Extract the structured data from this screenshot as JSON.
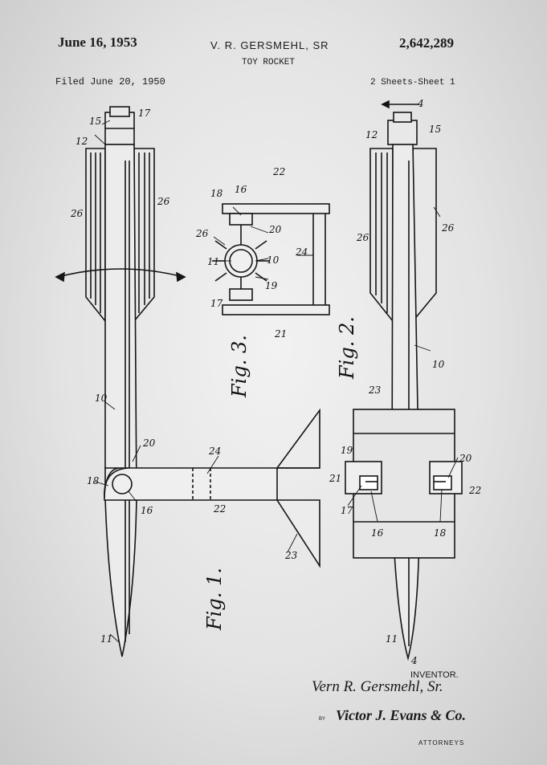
{
  "header": {
    "date": "June 16, 1953",
    "inventor_name": "V. R. GERSMEHL, SR",
    "title": "TOY ROCKET",
    "patent_number": "2,642,289",
    "filed": "Filed June 20, 1950",
    "sheets": "2 Sheets-Sheet 1"
  },
  "figures": {
    "fig1": "Fig. 1.",
    "fig2": "Fig. 2.",
    "fig3": "Fig. 3."
  },
  "refs": {
    "r10": "10",
    "r11": "11",
    "r12": "12",
    "r15": "15",
    "r16": "16",
    "r17": "17",
    "r18": "18",
    "r19": "19",
    "r20": "20",
    "r21": "21",
    "r22": "22",
    "r23": "23",
    "r24": "24",
    "r26": "26",
    "r4": "4"
  },
  "signature": {
    "inventor_label": "INVENTOR.",
    "inventor": "Vern R. Gersmehl, Sr.",
    "by": "BY",
    "attorney": "Victor J. Evans & Co.",
    "attorneys_label": "ATTORNEYS"
  }
}
